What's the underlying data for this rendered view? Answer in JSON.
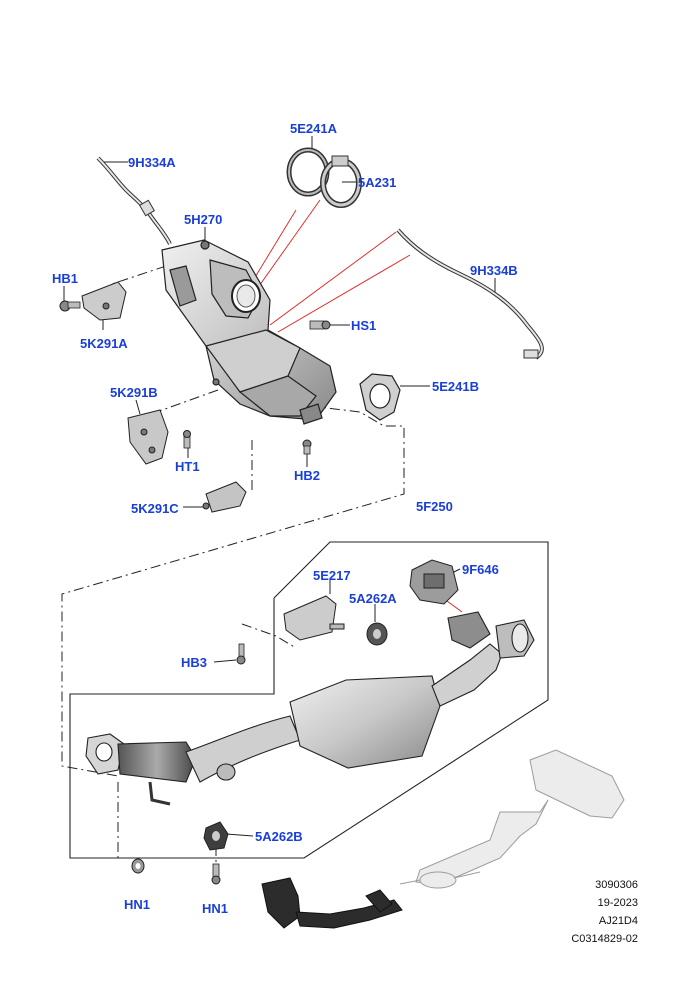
{
  "labels": {
    "5E241A": "5E241A",
    "9H334A": "9H334A",
    "5A231": "5A231",
    "5H270": "5H270",
    "9H334B": "9H334B",
    "HB1": "HB1",
    "5K291A": "5K291A",
    "HS1": "HS1",
    "5K291B": "5K291B",
    "5E241B": "5E241B",
    "HT1": "HT1",
    "HB2": "HB2",
    "5K291C": "5K291C",
    "5F250": "5F250",
    "5E217": "5E217",
    "9F646": "9F646",
    "5A262A": "5A262A",
    "HB3": "HB3",
    "5A262B": "5A262B",
    "HN1_left": "HN1",
    "HN1_right": "HN1"
  },
  "reference": {
    "code1": "3090306",
    "code2": "19-2023",
    "code3": "AJ21D4",
    "code4": "C0314829-02"
  },
  "colors": {
    "label": "#1a3fd8",
    "line": "#222222",
    "leader_red": "#e02020",
    "part_fill": "#d9d9d9",
    "part_dark": "#8c8c8c"
  }
}
